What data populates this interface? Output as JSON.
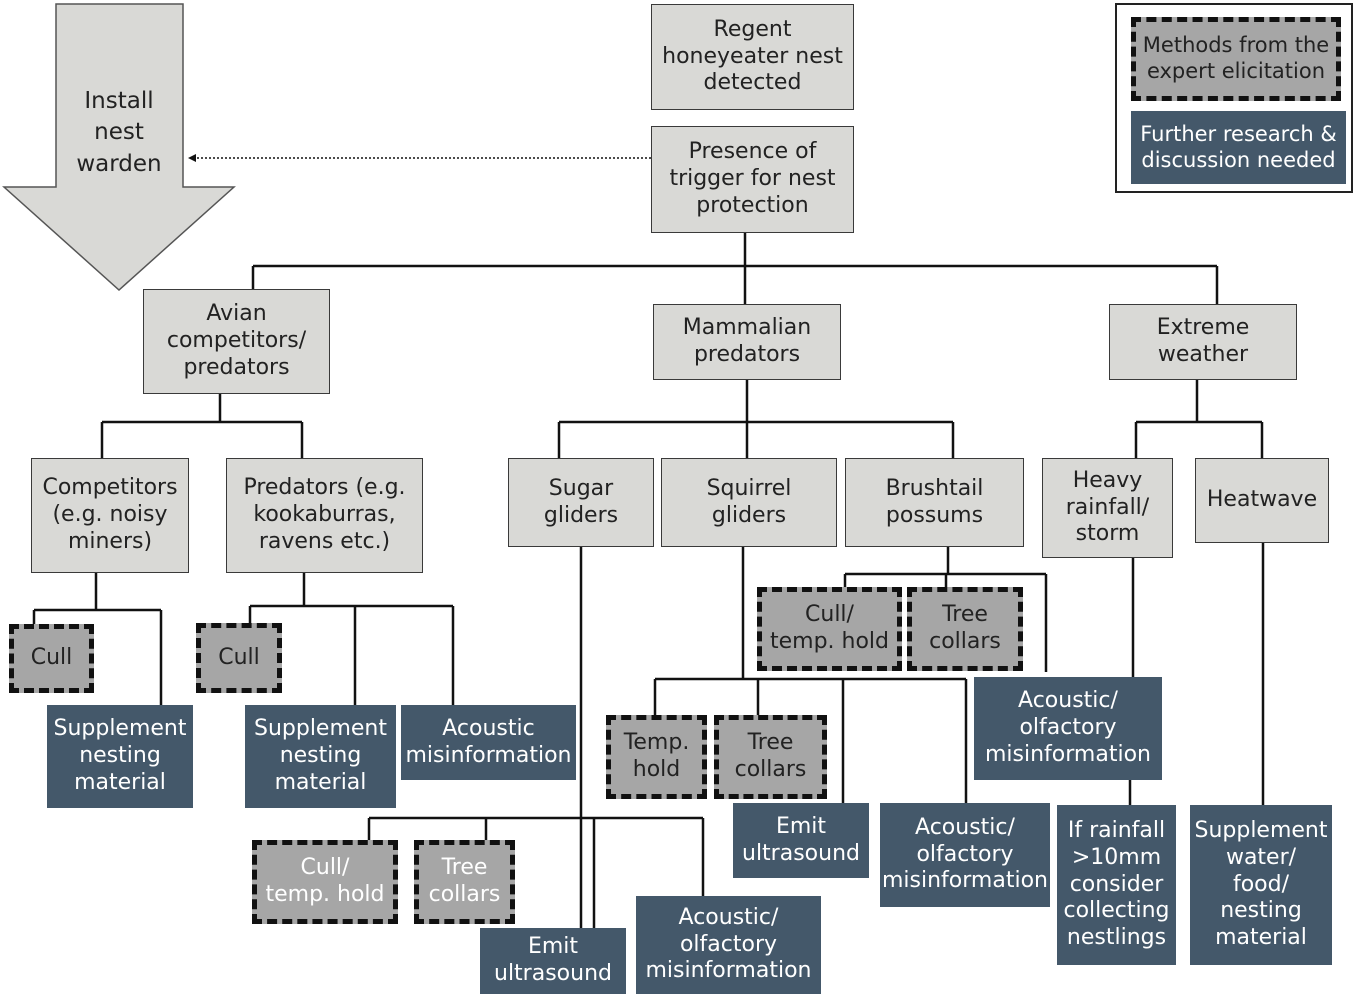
{
  "colors": {
    "node_fill": "#d9d9d6",
    "method_fill": "#a6a6a6",
    "research_fill": "#44586a",
    "line": "#111111"
  },
  "arrow_label": "Install\nnest\nwarden",
  "root": "Regent\nhoneyeater nest\ndetected",
  "trigger": "Presence of\ntrigger for nest\nprotection",
  "categories": {
    "avian": "Avian\ncompetitors/\npredators",
    "mammalian": "Mammalian\npredators",
    "weather": "Extreme\nweather"
  },
  "avian": {
    "competitors": "Competitors\n(e.g. noisy\nminers)",
    "predators": "Predators (e.g.\nkookaburras,\nravens etc.)",
    "competitors_cull": "Cull",
    "competitors_supplement": "Supplement\nnesting\nmaterial",
    "predators_cull": "Cull",
    "predators_supplement": "Supplement\nnesting\nmaterial",
    "predators_acoustic": "Acoustic\nmisinformation"
  },
  "mammalian": {
    "sugar_gliders": "Sugar\ngliders",
    "squirrel_gliders": "Squirrel\ngliders",
    "brushtail_possums": "Brushtail\npossums",
    "sugar_cull": "Cull/\ntemp. hold",
    "sugar_collars": "Tree\ncollars",
    "sugar_ultrasound": "Emit\nultrasound",
    "sugar_acoustic": "Acoustic/\nolfactory\nmisinformation",
    "squirrel_hold": "Temp.\nhold",
    "squirrel_collars": "Tree\ncollars",
    "squirrel_ultrasound": "Emit\nultrasound",
    "squirrel_acoustic": "Acoustic/\nolfactory\nmisinformation",
    "possum_cull": "Cull/\ntemp. hold",
    "possum_collars": "Tree\ncollars",
    "possum_acoustic": "Acoustic/\nolfactory\nmisinformation"
  },
  "weather": {
    "rainfall": "Heavy\nrainfall/\nstorm",
    "heatwave": "Heatwave",
    "rainfall_action": "If rainfall\n>10mm\nconsider\ncollecting\nnestlings",
    "heatwave_action": "Supplement\nwater/\nfood/\nnesting\nmaterial"
  },
  "legend": {
    "methods": "Methods from the\nexpert elicitation",
    "research": "Further research &\ndiscussion needed"
  }
}
